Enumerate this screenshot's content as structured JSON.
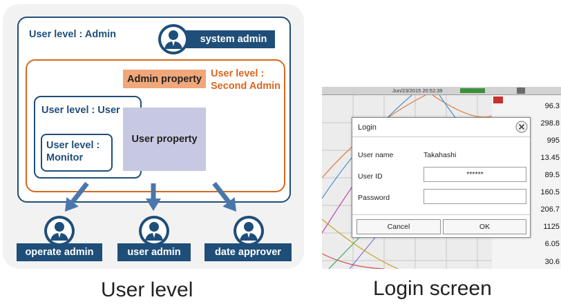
{
  "user_level_diagram": {
    "admin_level_label": "User level : Admin",
    "system_admin_label": "system admin",
    "admin_property_label": "Admin property",
    "second_admin_level_label_line1": "User level :",
    "second_admin_level_label_line2": "Second Admin",
    "user_level_label": "User level : User",
    "user_property_label": "User property",
    "monitor_level_label_line1": "User level :",
    "monitor_level_label_line2": "Monitor",
    "roles": [
      "operate admin",
      "user admin",
      "date approver"
    ],
    "caption": "User level"
  },
  "login_screen": {
    "date_time": "Jun/23/2015 20:52:39",
    "values": [
      "96.3",
      "298.8",
      "995",
      "13.45",
      "89.5",
      "160.5",
      "206.7",
      "1125",
      "6.05",
      "30.6"
    ],
    "dialog": {
      "title": "Login",
      "user_name_label": "User name",
      "user_name_value": "Takahashi",
      "user_id_label": "User ID",
      "user_id_value": "******",
      "password_label": "Password",
      "password_value": "",
      "cancel_label": "Cancel",
      "ok_label": "OK"
    },
    "caption": "Login screen"
  },
  "colors": {
    "navy": "#1f4e79",
    "orange": "#d9661f",
    "user_property_fill": "#c7c9e2",
    "admin_property_fill": "#f0a77a",
    "arrow": "#4a77ab"
  }
}
